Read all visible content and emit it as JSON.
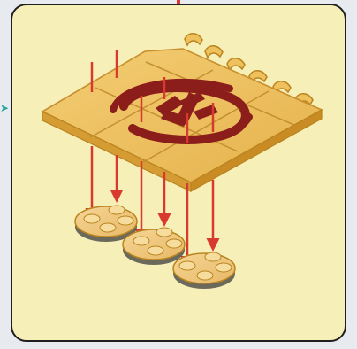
{
  "panel": {
    "background": "#f7efb8",
    "border": "#1f1f1f"
  },
  "tile": {
    "face": "#eec363",
    "edge": "#c88f2d",
    "shadow": "#b7831f",
    "emblem": "#8b1d1b"
  },
  "arrows": {
    "color": "#d93a30"
  },
  "parts": {
    "count_tiles": 4,
    "count_plates": 3,
    "count_clips": 6
  },
  "icons": {
    "left_connector": "arrow-right-icon",
    "top_connector": "connector-top-icon"
  }
}
